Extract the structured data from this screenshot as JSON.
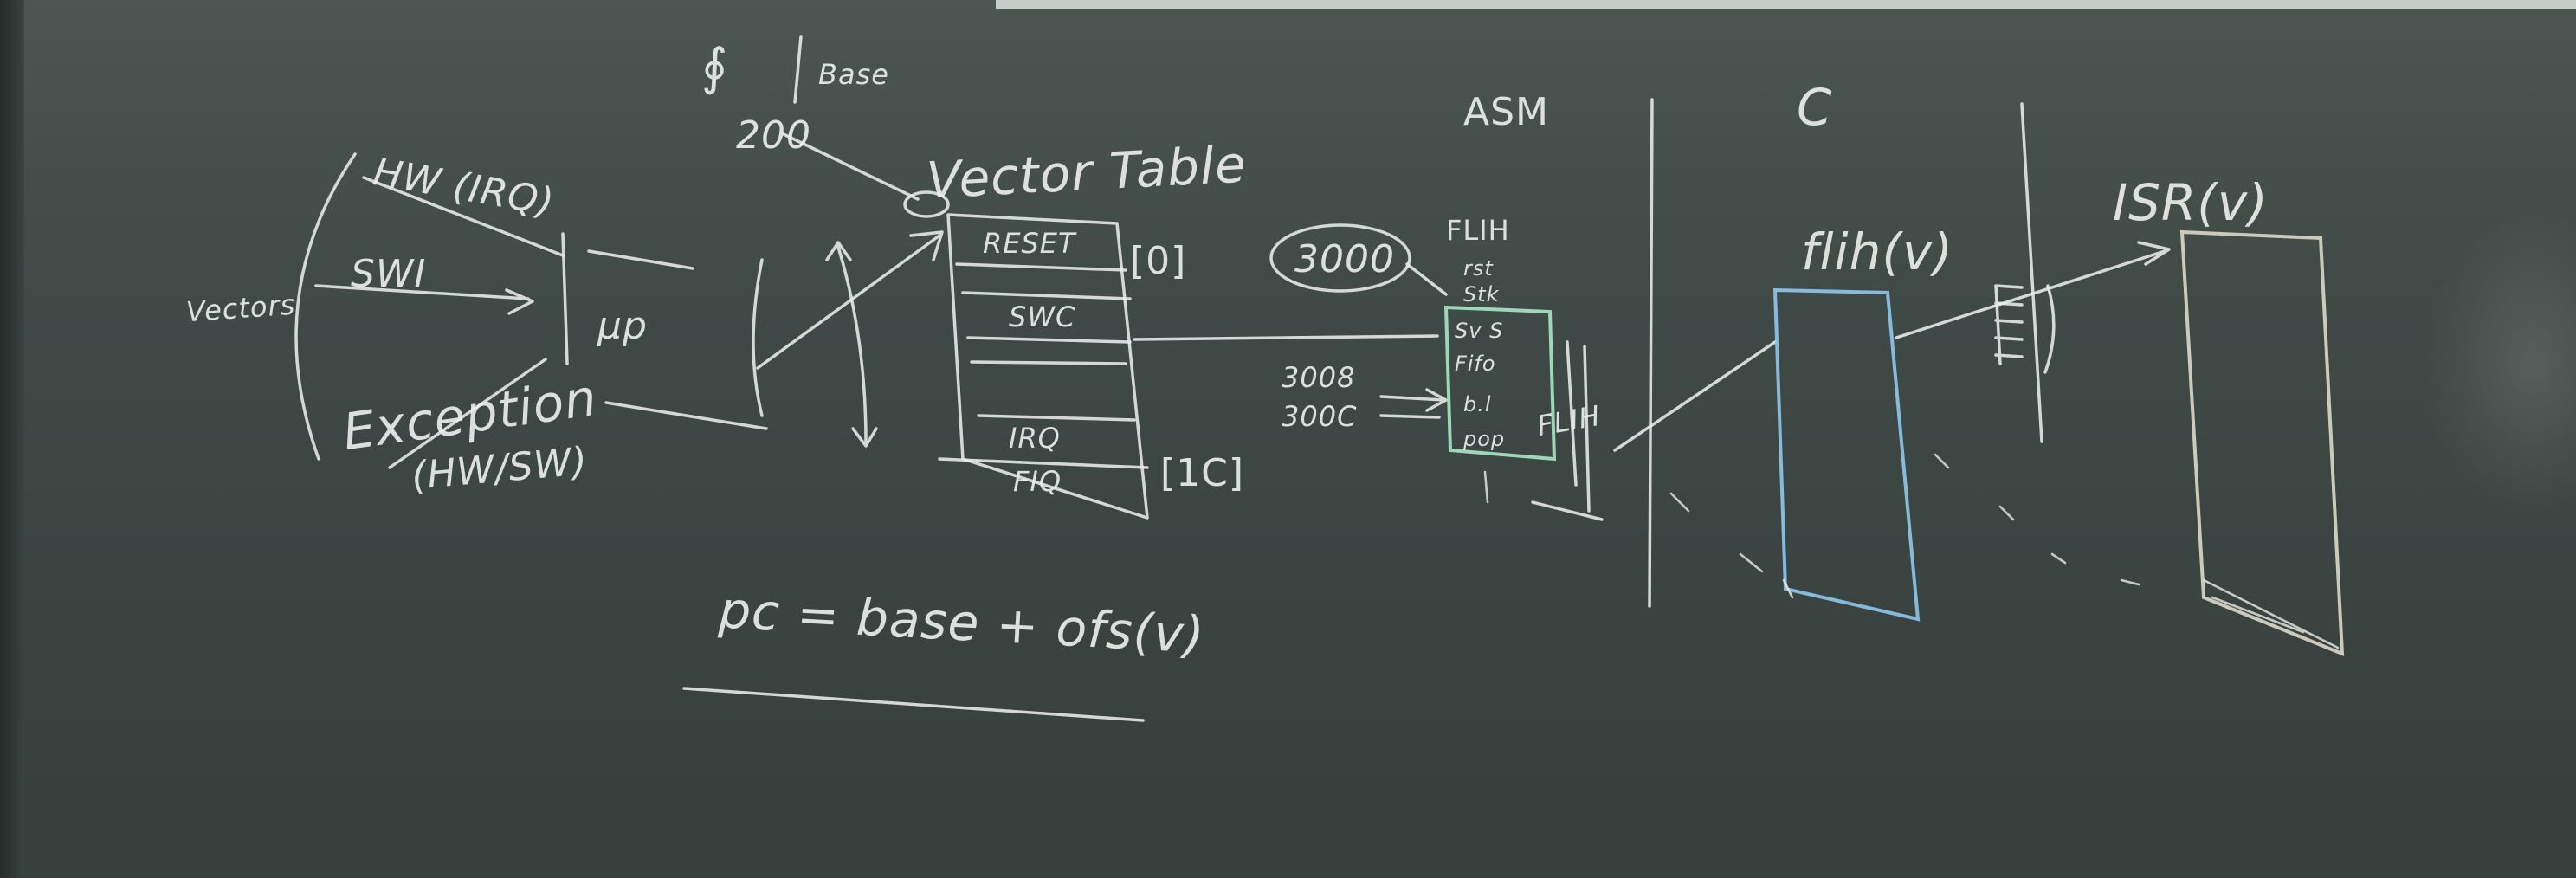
{
  "left_diagram": {
    "vectors_label": "Vectors",
    "hw_irq": "HW (IRQ)",
    "swi": "SWI",
    "exception": "Exception",
    "exception_sub": "(HW/SW)",
    "up_label": "µp",
    "base_label": "Base",
    "base_value": "200",
    "vector_table_title": "Vector Table",
    "table_rows": [
      "RESET",
      "SWC",
      "IRQ",
      "FIQ"
    ],
    "offset_top": "[0]",
    "offset_bottom": "[1C]"
  },
  "formula": "pc = base + ofs(v)",
  "asm_section": {
    "heading": "ASM",
    "address_bubble": "3000",
    "flih_lines": [
      "FLIH",
      "rst",
      "Stk",
      "Sv S",
      "Fifo",
      "b.l",
      "pop"
    ],
    "addr_1": "3008",
    "addr_2": "300C",
    "flih_call": "FLIH"
  },
  "c_section": {
    "heading": "C",
    "flih_fn": "flih(v)",
    "isr_fn": "ISR(v)"
  }
}
